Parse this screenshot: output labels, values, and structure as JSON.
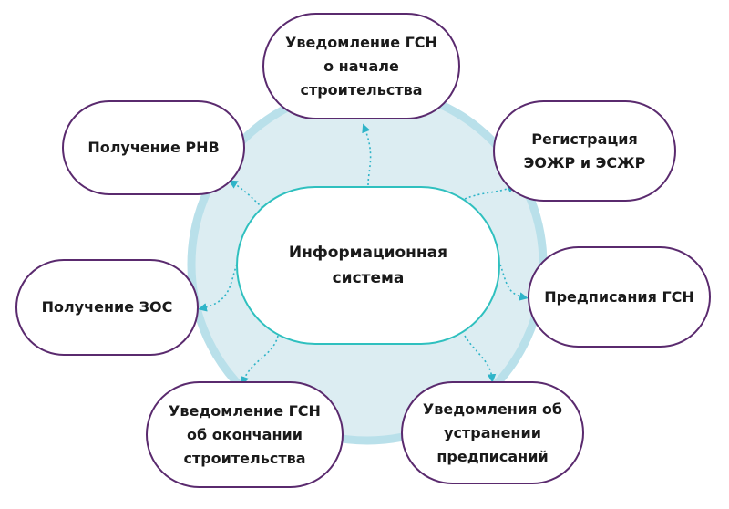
{
  "colors": {
    "ring_fill": "#dcedf2",
    "ring_stroke": "#b9e0ea",
    "center_border": "#2fc0bf",
    "node_border": "#5a2a6e",
    "connector": "#2fb4c8"
  },
  "center": {
    "label": "Информационная\nсистема"
  },
  "nodes": {
    "rnv": "Получение РНВ",
    "gsn_start": "Уведомление ГСН\nо начале\nстроительства",
    "eozhr": "Регистрация\nЭОЖР и ЭСЖР",
    "predpisaniya": "Предписания ГСН",
    "ustranenie": "Уведомления об\nустранении\nпредписаний",
    "gsn_end": "Уведомление ГСН\nоб окончании\nстроительства",
    "zos": "Получение ЗОС"
  }
}
